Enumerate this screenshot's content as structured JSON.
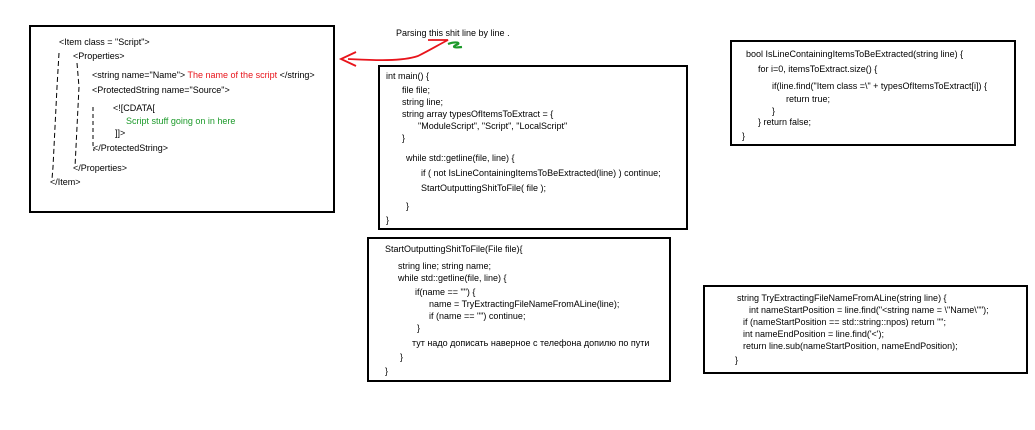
{
  "colors": {
    "accent_red": "#e8141b",
    "accent_green": "#1c9a2a"
  },
  "heading": {
    "text": "Parsing this shit line by line"
  },
  "xml_box": {
    "lines": [
      "<Item class = \"Script\">",
      "<Properties>",
      "<string name=\"Name\">",
      "The name of the script",
      "</string>",
      "<ProtectedString name=\"Source\">",
      "<![CDATA[",
      "Script stuff going on in here",
      "]]>",
      "</ProtectedString>",
      "</Properties>",
      "</Item>"
    ]
  },
  "main_box": {
    "lines": [
      "int main() {",
      "file file;",
      "string line;",
      "string array typesOfItemsToExtract = {",
      "\"ModuleScript\", \"Script\", \"LocalScript\"",
      "}",
      "while std::getline(file, line)  {",
      "if ( not  IsLineContainingItemsToBeExtracted(line)  ) continue;",
      "StartOutputtingShitToFile( file );",
      "}",
      "}"
    ]
  },
  "check_box": {
    "lines": [
      "bool IsLineContainingItemsToBeExtracted(string line) {",
      "for i=0, itemsToExtract.size() {",
      "if(line.find(\"Item class =\\\" + typesOfItemsToExtract[i]) {",
      "return true;",
      "}",
      "}   return false;",
      "}"
    ]
  },
  "output_box": {
    "lines": [
      "StartOutputtingShitToFile(File file){",
      "string line;  string name;",
      "while std::getline(file, line) {",
      "if(name == \"\") {",
      "name = TryExtractingFileNameFromALine(line);",
      "if (name == \"\") continue;",
      "}",
      "тут надо дописать наверное с телефона допилю по пути",
      "}",
      "}"
    ]
  },
  "extract_box": {
    "lines": [
      "string TryExtractingFileNameFromALine(string line) {",
      "int   nameStartPosition = line.find(\"<string name = \\\"Name\\\"\");",
      "if (nameStartPosition == std::string::npos) return \"\";",
      "int nameEndPosition = line.find('<');",
      "return line.sub(nameStartPosition, nameEndPosition);",
      "}"
    ]
  }
}
